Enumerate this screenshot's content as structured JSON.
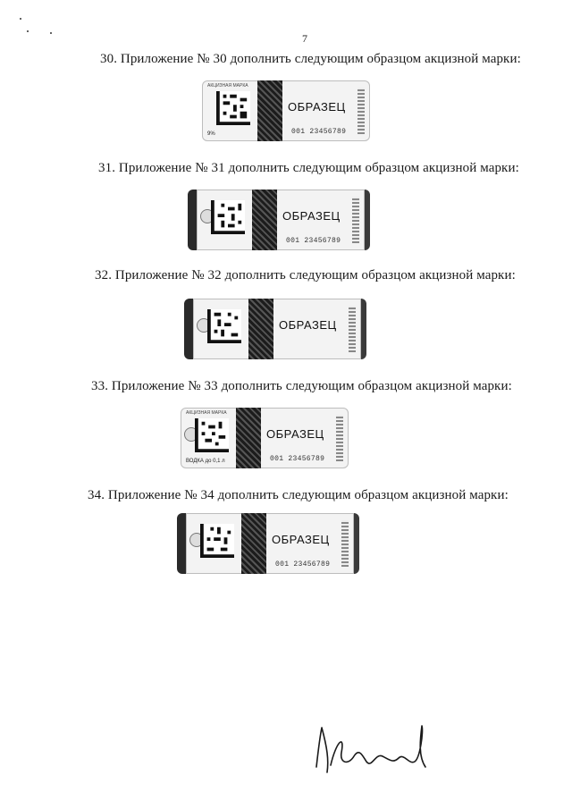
{
  "page": {
    "number": "7"
  },
  "items": [
    {
      "text": "30. Приложение № 30 дополнить следующим образцом акцизной марки:",
      "stamp": {
        "label": "ОБРАЗЕЦ",
        "code": "001 23456789",
        "header": "акцизная марка",
        "tag": "9%"
      }
    },
    {
      "text": "31. Приложение № 31 дополнить следующим образцом акцизной марки:",
      "stamp": {
        "label": "ОБРАЗЕЦ",
        "code": "001 23456789"
      }
    },
    {
      "text": "32. Приложение № 32 дополнить следующим образцом акцизной марки:",
      "stamp": {
        "label": "ОБРАЗЕЦ"
      }
    },
    {
      "text": "33. Приложение № 33 дополнить следующим образцом акцизной марки:",
      "stamp": {
        "label": "ОБРАЗЕЦ",
        "code": "001 23456789",
        "header": "акцизная марка",
        "tag": "ВОДКА  до 0,1 л"
      }
    },
    {
      "text": "34. Приложение № 34 дополнить следующим образцом акцизной марки:",
      "stamp": {
        "label": "ОБРАЗЕЦ",
        "code": "001 23456789"
      }
    }
  ],
  "signature": {
    "icon": "handwritten-signature"
  }
}
